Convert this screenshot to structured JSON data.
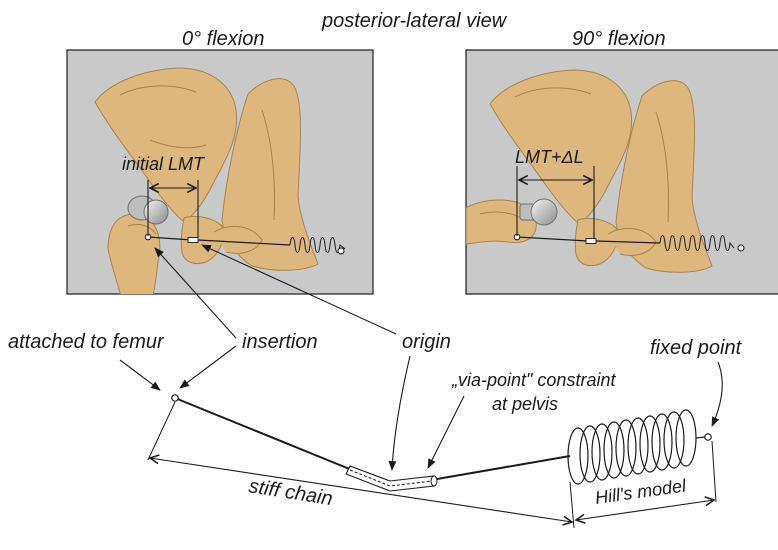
{
  "labels": {
    "view_title": "posterior-lateral view",
    "left_panel_title": "0° flexion",
    "right_panel_title": "90° flexion",
    "initial_lmt": "initial LMT",
    "lmt_delta": "LMT+ΔL",
    "attached_to_femur": "attached to femur",
    "insertion": "insertion",
    "origin": "origin",
    "via_point_line1": "„via-point\" constraint",
    "via_point_line2": "at pelvis",
    "fixed_point": "fixed point",
    "stiff_chain": "stiff chain",
    "hills_model": "Hill's model"
  },
  "colors": {
    "panel_bg": "#c9c9c9",
    "bone": "#ddb77d",
    "bone_edge": "#a8834c",
    "implant": "#c8c8c8",
    "line": "#1a1a1a"
  }
}
